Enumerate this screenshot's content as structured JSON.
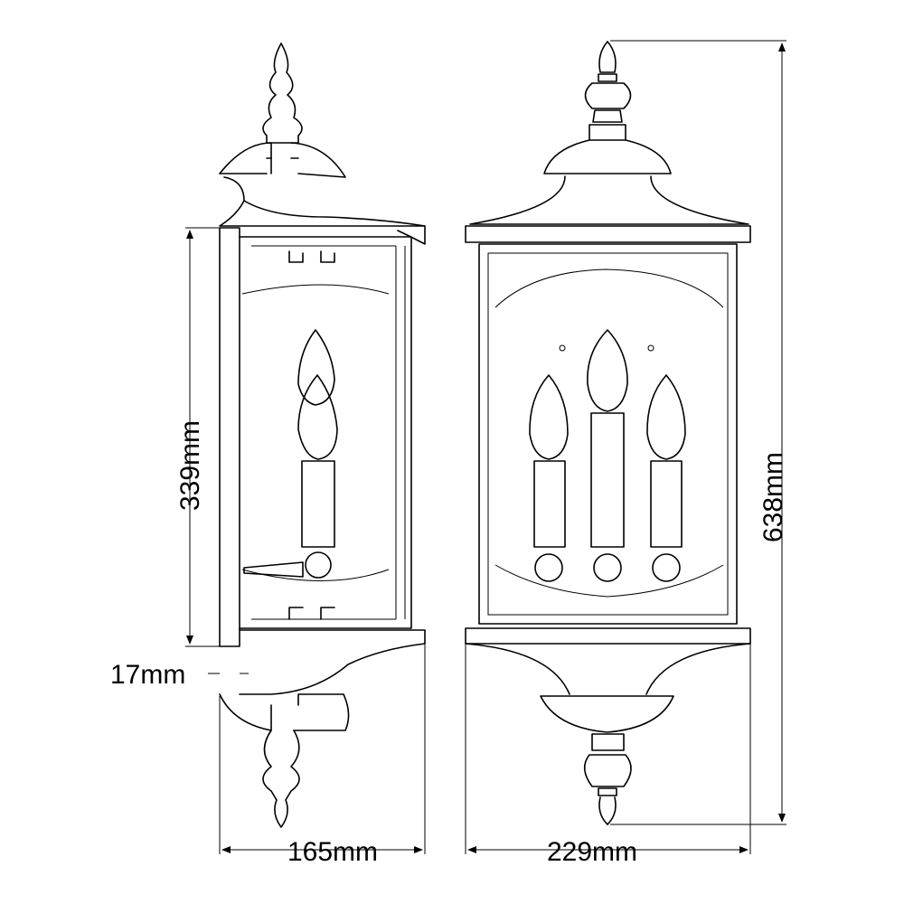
{
  "drawing": {
    "views": [
      "side-view",
      "front-view"
    ],
    "dimensions": {
      "glass_height": "339mm",
      "backplate_thickness": "17mm",
      "depth": "165mm",
      "width": "229mm",
      "total_height": "638mm"
    }
  }
}
